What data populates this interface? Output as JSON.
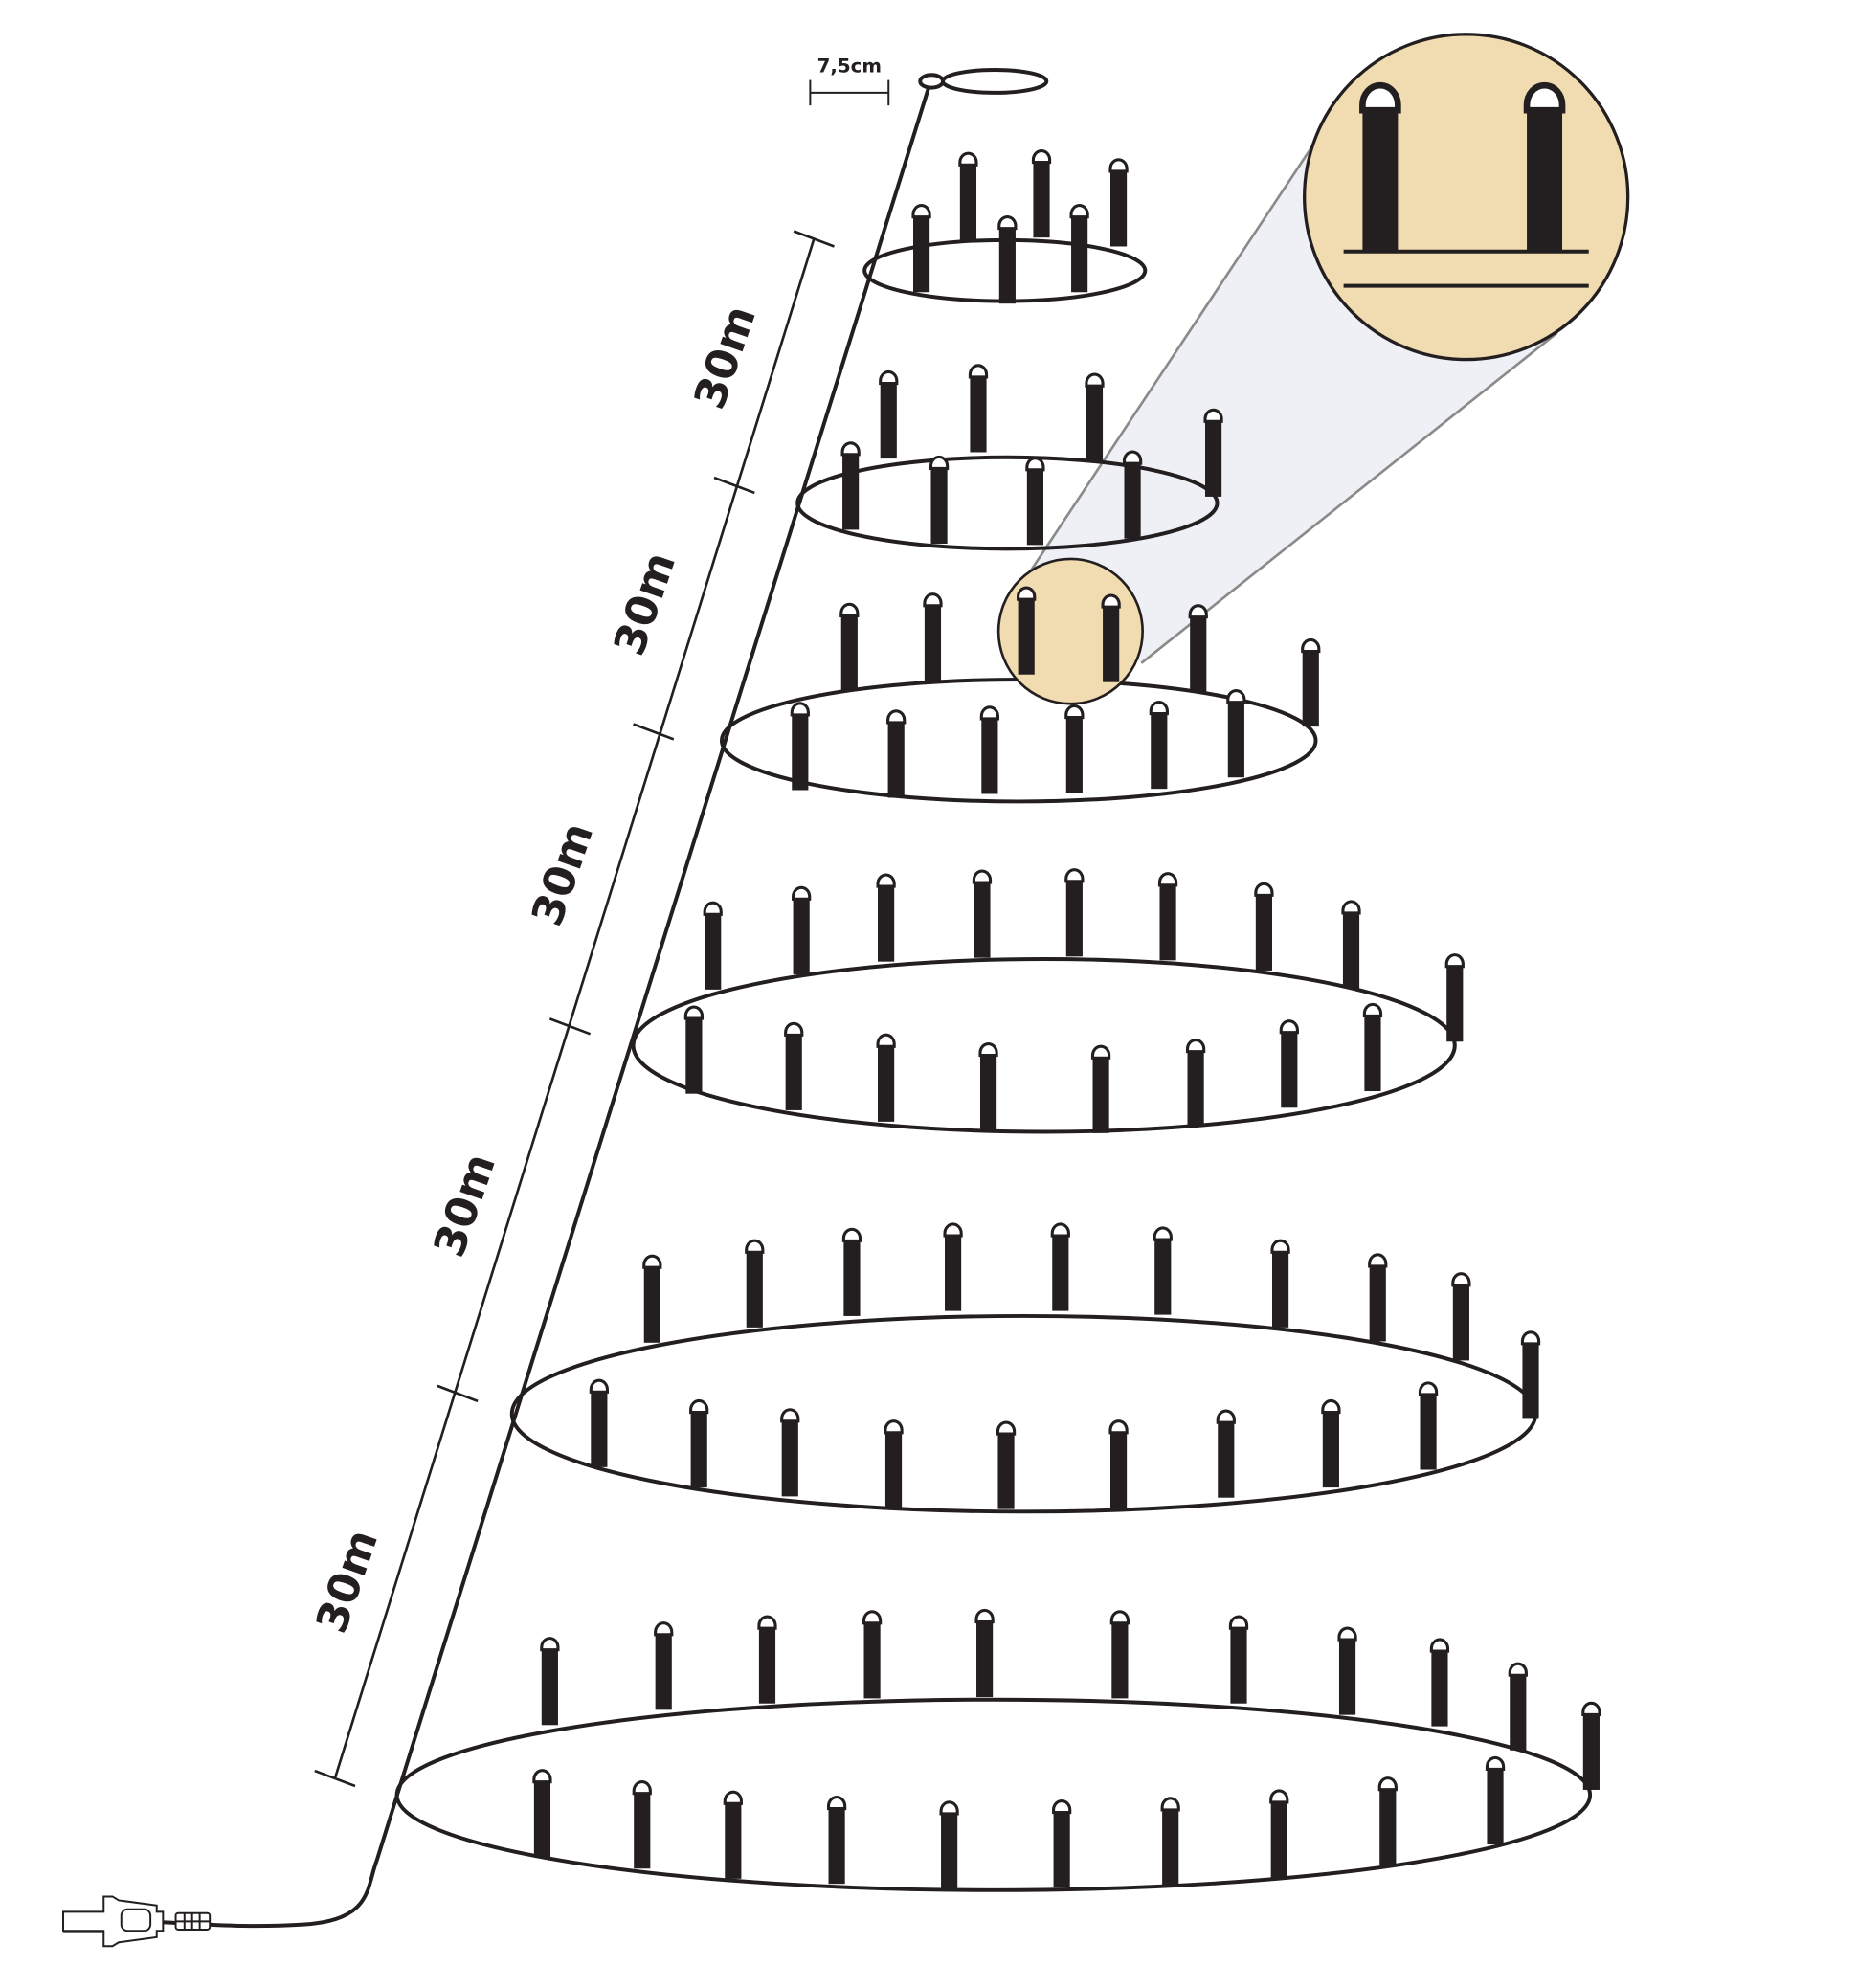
{
  "diagram": {
    "scale_label": "7,5cm",
    "segment_labels": [
      "30m",
      "30m",
      "30m",
      "30m",
      "30m"
    ],
    "ring_count": 6,
    "bulbs_per_ring": [
      6,
      8,
      12,
      17,
      19,
      21
    ],
    "colors": {
      "line": "#231f20",
      "zoom_fill": "#f1dbb1",
      "cone_fill": "#eef0f5",
      "cone_stroke": "#8a8a8a"
    }
  }
}
